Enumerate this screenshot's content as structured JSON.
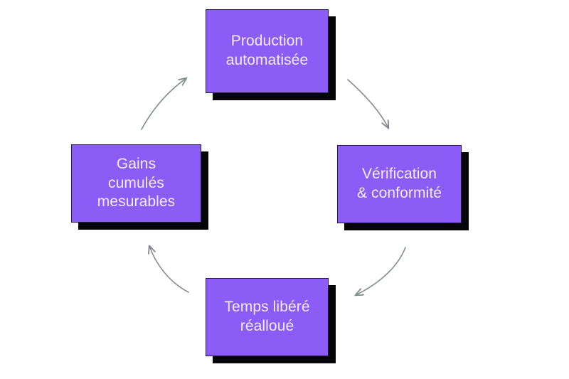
{
  "diagram": {
    "type": "cycle",
    "direction": "clockwise",
    "background_color": "#ffffff",
    "node_fill_color": "#8b5cf6",
    "node_border_color": "#241a4d",
    "node_shadow_color": "#050509",
    "node_text_color": "#f3ecff",
    "arrow_color": "#8a8a93",
    "nodes": [
      {
        "id": "production",
        "label": "Production\nautomatisée",
        "position": "top"
      },
      {
        "id": "verification",
        "label": "Vérification\n& conformité",
        "position": "right"
      },
      {
        "id": "temps",
        "label": "Temps libéré\nréalloué",
        "position": "bottom"
      },
      {
        "id": "gains",
        "label": "Gains\ncumulés\nmesurables",
        "position": "left"
      }
    ],
    "connectors": [
      {
        "id": "production-to-verification",
        "from": "production",
        "to": "verification",
        "style": "curved-arrow",
        "arrowhead": "end"
      },
      {
        "id": "verification-to-temps",
        "from": "verification",
        "to": "temps",
        "style": "curved-arrow",
        "arrowhead": "end"
      },
      {
        "id": "temps-to-gains",
        "from": "temps",
        "to": "gains",
        "style": "curved-arrow",
        "arrowhead": "end"
      },
      {
        "id": "gains-to-production",
        "from": "gains",
        "to": "production",
        "style": "curved-arrow",
        "arrowhead": "end"
      }
    ]
  }
}
